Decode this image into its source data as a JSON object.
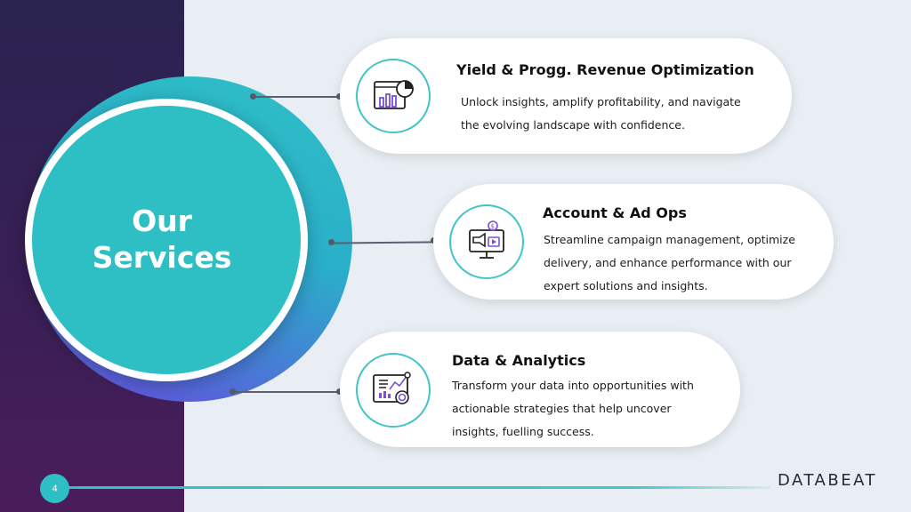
{
  "title": {
    "line1": "Our",
    "line2": "Services"
  },
  "services": [
    {
      "title": "Yield & Progg. Revenue Optimization",
      "desc": [
        "Unlock insights, amplify profitability, and navigate",
        "the evolving landscape with confidence."
      ],
      "icon": "revenue-chart-icon"
    },
    {
      "title": "Account & Ad Ops",
      "desc": [
        "Streamline campaign management, optimize",
        "delivery, and enhance performance with our",
        "expert solutions and insights."
      ],
      "icon": "ad-campaign-monitor-icon"
    },
    {
      "title": "Data & Analytics",
      "desc": [
        "Transform your data into opportunities with",
        "actionable strategies that help uncover",
        "insights, fuelling success."
      ],
      "icon": "analytics-dashboard-icon"
    }
  ],
  "page_number": "4",
  "logo": {
    "text": "DATABEAT"
  },
  "colors": {
    "accent": "#2ebfc4",
    "dark": "#2a2350",
    "purple": "#6b45d8"
  }
}
